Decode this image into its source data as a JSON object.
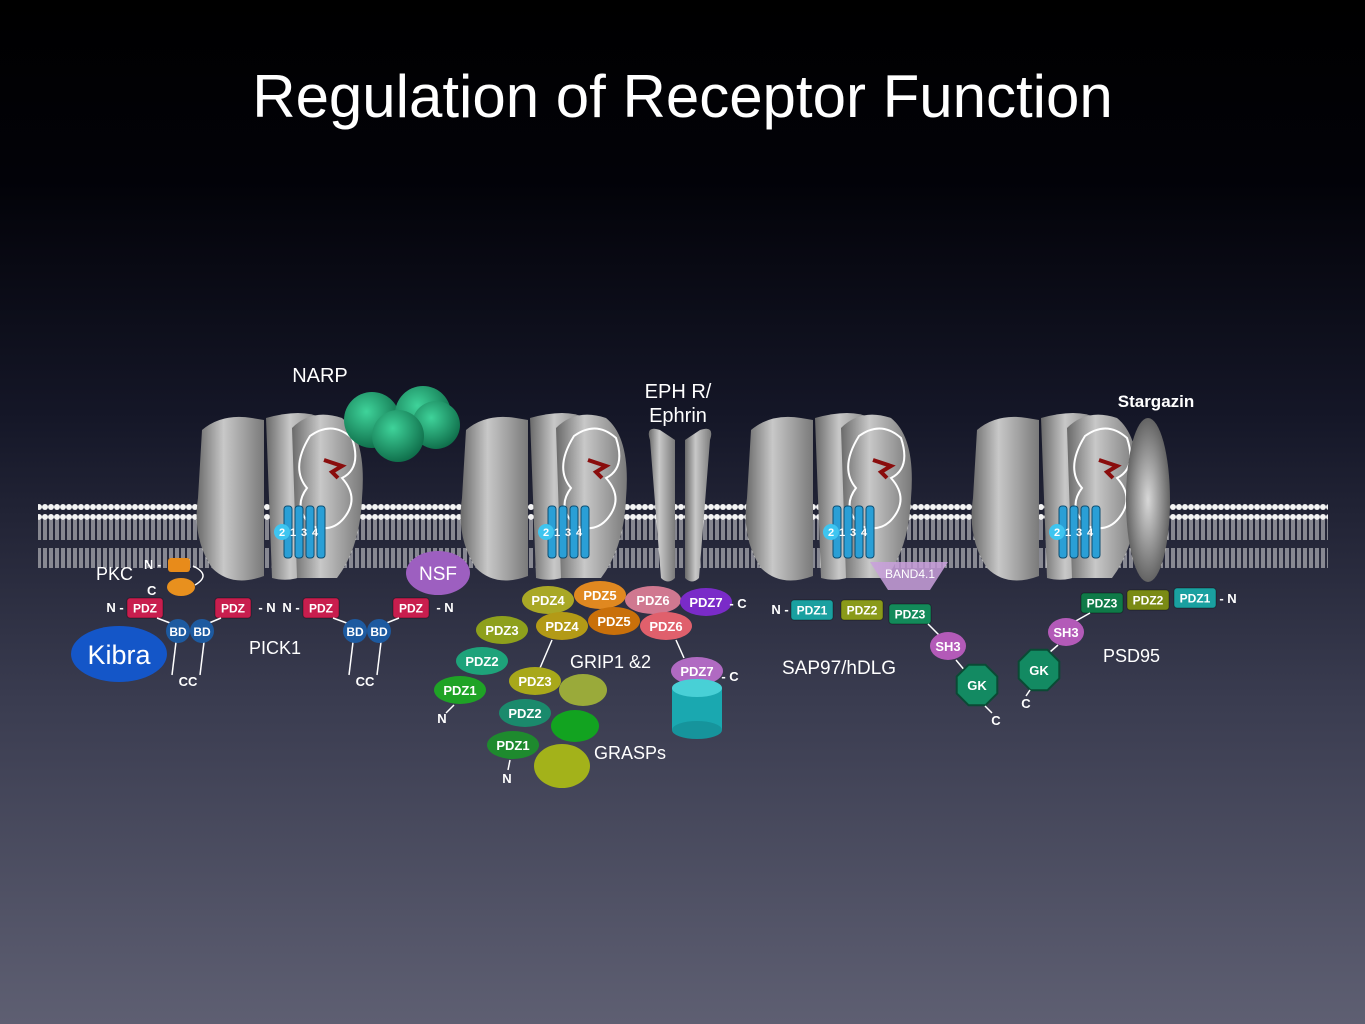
{
  "title": "Regulation of Receptor Function",
  "receptor_subunits": [
    "2",
    "1",
    "3",
    "4"
  ],
  "labels": {
    "narp": "NARP",
    "eph": "EPH R/\nEphrin",
    "eph_line1": "EPH R/",
    "eph_line2": "Ephrin",
    "stargazin": "Stargazin",
    "pkc": "PKC",
    "kibra": "Kibra",
    "pick1": "PICK1",
    "nsf": "NSF",
    "grip": "GRIP1 &2",
    "grasps": "GRASPs",
    "sap97": "SAP97/hDLG",
    "band41": "BAND4.1",
    "psd95": "PSD95"
  },
  "terminals": {
    "n": "N",
    "c": "C",
    "cc": "CC",
    "n_dash": "N -",
    "dash_n": "- N",
    "c_dash": "- C"
  },
  "domains": {
    "pdz": "PDZ",
    "bd": "BD",
    "pdz1": "PDZ1",
    "pdz2": "PDZ2",
    "pdz3": "PDZ3",
    "pdz4": "PDZ4",
    "pdz5": "PDZ5",
    "pdz6": "PDZ6",
    "pdz7": "PDZ7",
    "sh3": "SH3",
    "gk": "GK"
  },
  "colors": {
    "pdz_pick1": "#c81e4e",
    "bd": "#1d5aa0",
    "kibra": "#1456c8",
    "nsf": "#9d5fc0",
    "narp": "#1f9a6a",
    "sh3": "#b35ab8",
    "gk": "#138a62"
  }
}
